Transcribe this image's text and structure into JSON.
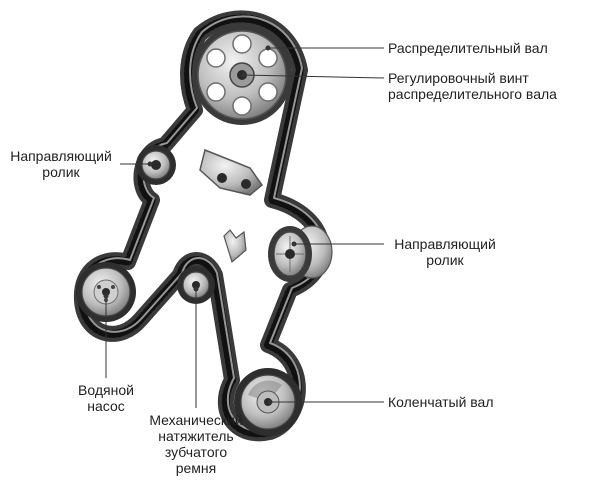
{
  "labels": {
    "camshaft": [
      "Распределительный вал"
    ],
    "adjust_screw": [
      "Регулировочный винт",
      "распределительного вала"
    ],
    "idler_left": [
      "Направляющий",
      "ролик"
    ],
    "idler_right": [
      "Направляющий",
      "ролик"
    ],
    "crankshaft": [
      "Коленчатый вал"
    ],
    "water_pump": [
      "Водяной",
      "насос"
    ],
    "tensioner": [
      "Механический",
      "натяжитель",
      "зубчатого",
      "ремня"
    ]
  },
  "colors": {
    "belt": "#3a3a3a",
    "metal_light": "#d9d9d9",
    "metal_mid": "#a8a8a8",
    "metal_dark": "#6e6e6e",
    "leader": "#333333"
  }
}
